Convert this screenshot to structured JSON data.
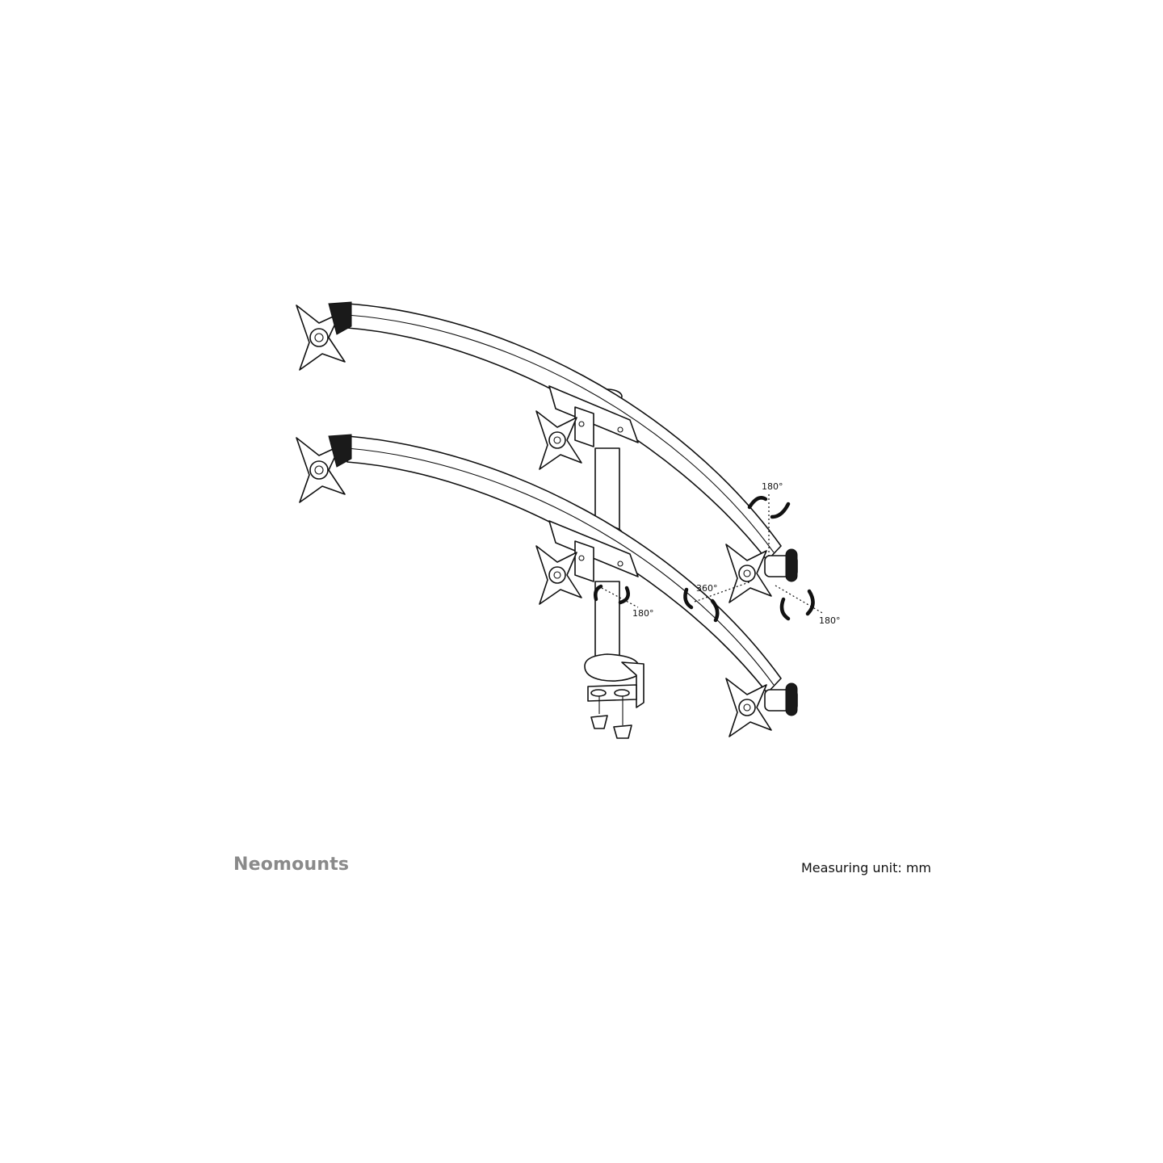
{
  "brand": {
    "name": "Neomounts",
    "color": "#8a8a8a"
  },
  "unit_label": "Measuring unit: mm",
  "rotation_labels": {
    "top_tilt": "180°",
    "swivel": "360°",
    "right_tilt": "180°",
    "center_tilt": "180°"
  },
  "colors": {
    "line": "#111111",
    "background": "#ffffff",
    "text": "#111111"
  }
}
